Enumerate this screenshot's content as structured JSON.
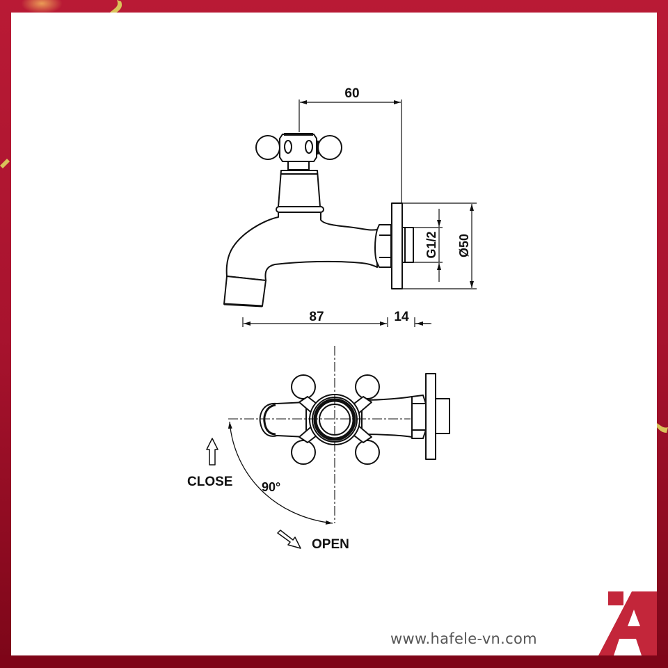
{
  "frame": {
    "border_color": "#b91a35",
    "bottom_color": "#7e0518",
    "confetti_color": "#d9c35a"
  },
  "drawing": {
    "side_view": {
      "dimensions": {
        "top_width": "60",
        "spout_length": "87",
        "flange_depth": "14",
        "thread": "G1/2",
        "flange_diameter": "Ø50"
      }
    },
    "top_view": {
      "close_label": "CLOSE",
      "open_label": "OPEN",
      "angle_label": "90°"
    }
  },
  "footer": {
    "website": "www.hafele-vn.com",
    "logo_color": "#c3263a"
  }
}
